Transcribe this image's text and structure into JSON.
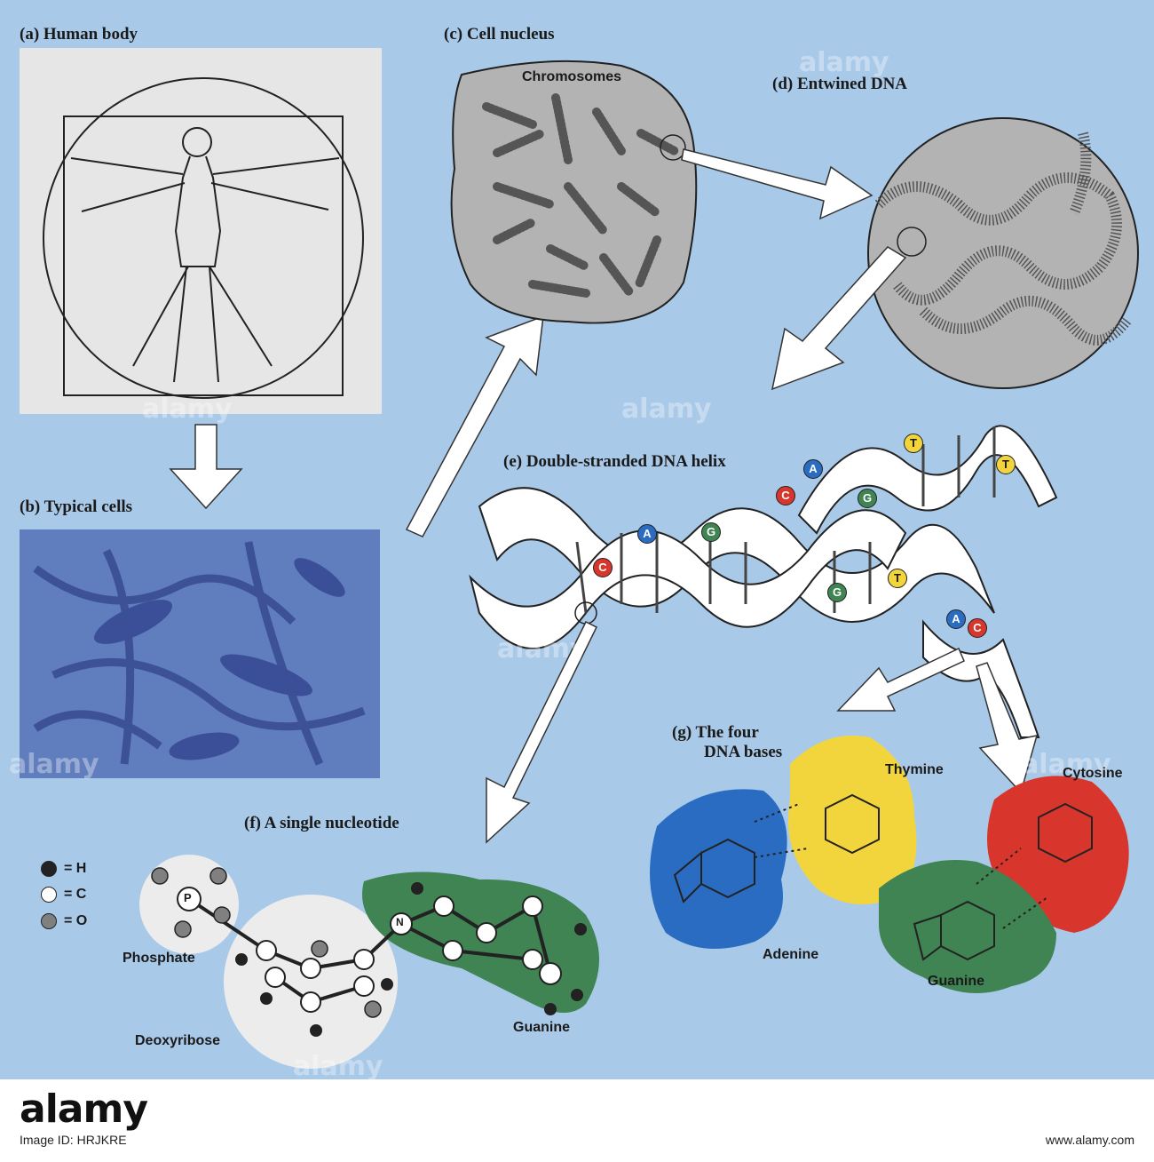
{
  "panels": {
    "a": "(a) Human body",
    "b": "(b) Typical cells",
    "c": "(c) Cell nucleus",
    "d": "(d) Entwined DNA",
    "e": "(e) Double-stranded DNA helix",
    "f": "(f) A single nucleotide",
    "g_line1": "(g) The four",
    "g_line2": "DNA bases"
  },
  "chromosomes_label": "Chromosomes",
  "legend": [
    {
      "symbol": "= H",
      "color": "#222222"
    },
    {
      "symbol": "= C",
      "color": "#ffffff"
    },
    {
      "symbol": "= O",
      "color": "#808080"
    }
  ],
  "nucleotide": {
    "phosphate": "Phosphate",
    "deoxyribose": "Deoxyribose",
    "guanine": "Guanine",
    "p_atom": "P",
    "n_atom": "N"
  },
  "bases": {
    "adenine": "Adenine",
    "thymine": "Thymine",
    "cytosine": "Cytosine",
    "guanine": "Guanine"
  },
  "base_letters": {
    "A": "A",
    "T": "T",
    "C": "C",
    "G": "G"
  },
  "colors": {
    "background": "#a9c9e8",
    "adenine": "#2a6cc2",
    "thymine": "#f2d53c",
    "cytosine": "#d8362c",
    "guanine": "#3f8452",
    "nucleus": "#b3b3b3"
  },
  "watermark": "alamy",
  "footer": {
    "logo": "alamy",
    "image_id": "Image ID: HRJKRE",
    "url": "www.alamy.com"
  }
}
